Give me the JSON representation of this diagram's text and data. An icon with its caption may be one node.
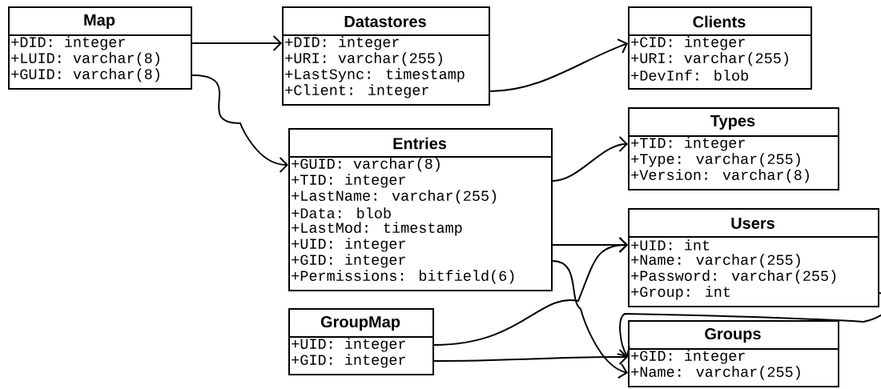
{
  "diagram": {
    "nodes": [
      {
        "text": [
          "Map",
          "+DID: integer",
          "+LUID: varchar(8)",
          "+GUID: varchar(8)"
        ]
      },
      {
        "text": [
          "Datastores",
          "+DID: integer",
          "+URI: varchar(255)",
          "+LastSync: timestamp",
          "+Client: integer"
        ]
      },
      {
        "text": [
          "Clients",
          "+CID: integer",
          "+URI: varchar(255)",
          "+DevInf: blob"
        ]
      },
      {
        "text": [
          "Entries",
          "+GUID: varchar(8)",
          "+TID: integer",
          "+LastName: varchar(255)",
          "+Data: blob",
          "+LastMod: timestamp",
          "+UID: integer",
          "+GID: integer",
          "+Permissions: bitfield(6)"
        ]
      },
      {
        "text": [
          "Types",
          "+TID: integer",
          "+Type: varchar(255)",
          "+Version: varchar(8)"
        ]
      },
      {
        "text": [
          "Users",
          "+UID: int",
          "+Name: varchar(255)",
          "+Password: varchar(255)",
          "+Group: int"
        ]
      },
      {
        "text": [
          "GroupMap",
          "+UID: integer",
          "+GID: integer"
        ]
      },
      {
        "text": [
          "Groups",
          "+GID: integer",
          "+Name: varchar(255)"
        ]
      }
    ],
    "edges": [
      {
        "from": 0,
        "to": 1,
        "arrow": "to"
      },
      {
        "from": 0,
        "to": 3,
        "arrow": "to"
      },
      {
        "from": 1,
        "to": 2,
        "arrow": "to"
      },
      {
        "from": 3,
        "to": 4,
        "arrow": "to"
      },
      {
        "from": 3,
        "to": 5,
        "arrow": "to"
      },
      {
        "from": 3,
        "to": 7,
        "arrow": "to"
      },
      {
        "from": 6,
        "to": 5,
        "arrow": "to"
      },
      {
        "from": 6,
        "to": 7,
        "arrow": "to"
      },
      {
        "from": 5,
        "to": 7,
        "arrow": "to"
      }
    ]
  }
}
